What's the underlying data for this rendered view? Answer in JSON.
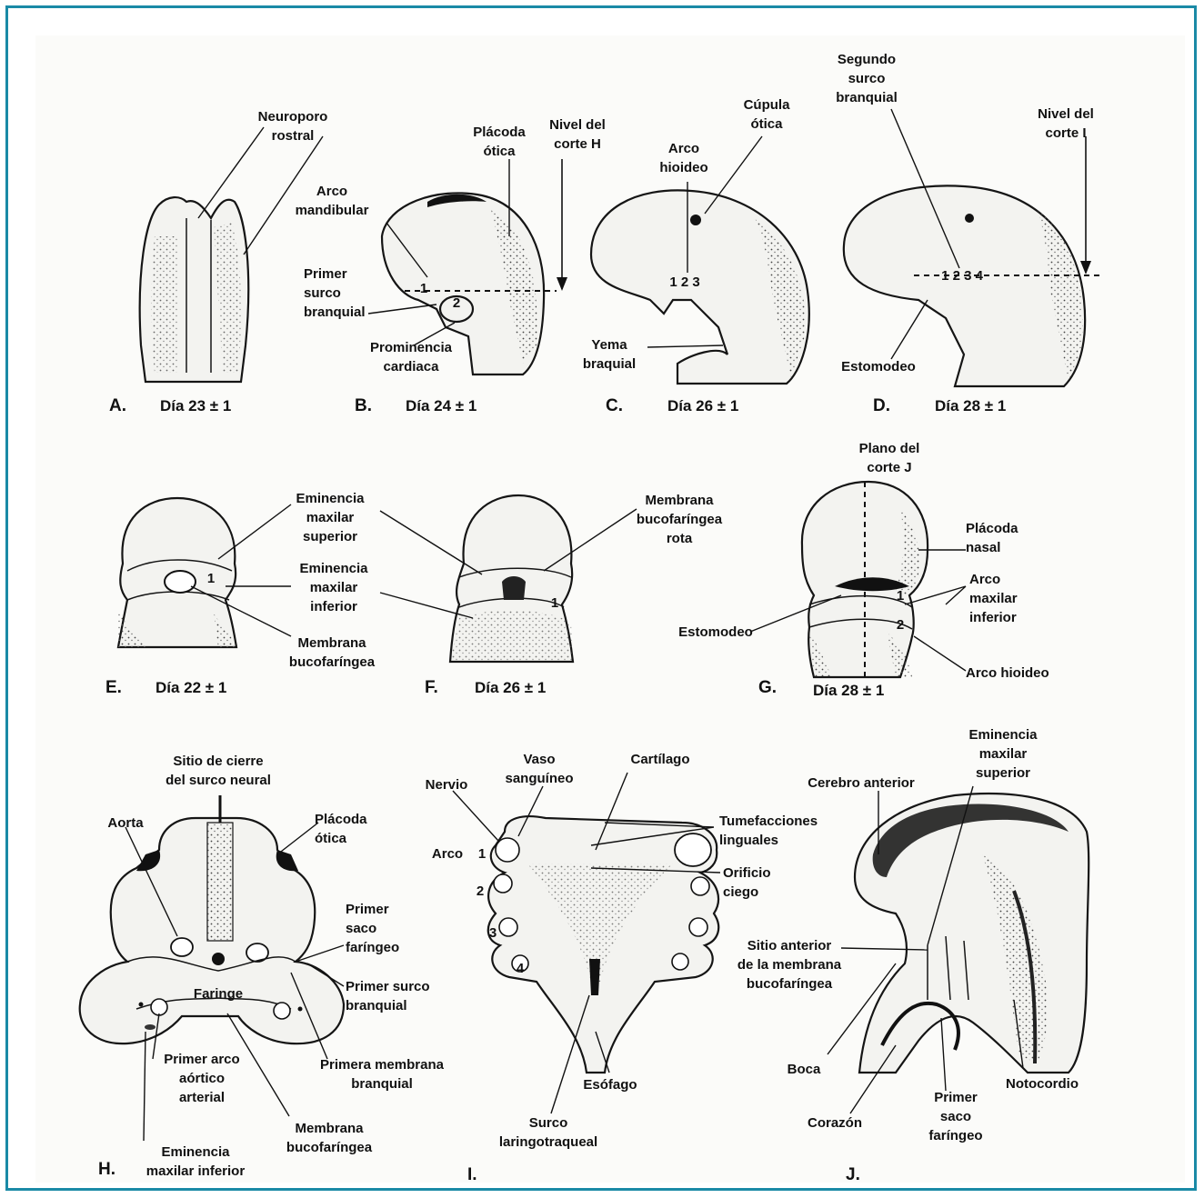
{
  "colors": {
    "border": "#1a8aa6",
    "ink": "#111111",
    "paper": "#fbfbf9"
  },
  "panels": {
    "A": {
      "letter": "A.",
      "caption": "Día 23 ± 1",
      "labels": {
        "neuroporo": "Neuroporo\nrostral"
      }
    },
    "B": {
      "letter": "B.",
      "caption": "Día 24 ± 1",
      "labels": {
        "arco_mandibular": "Arco\nmandibular",
        "placoda": "Plácoda\nótica",
        "nivel": "Nivel del\ncorte H",
        "primer_surco": "Primer\nsurco\nbranquial",
        "prominencia": "Prominencia\ncardiaca",
        "n1": "1",
        "n2": "2"
      }
    },
    "C": {
      "letter": "C.",
      "caption": "Día 26 ± 1",
      "labels": {
        "arco_hioideo": "Arco\nhioideo",
        "cupula": "Cúpula\nótica",
        "yema": "Yema\nbraquial",
        "n123": "1 2 3"
      }
    },
    "D": {
      "letter": "D.",
      "caption": "Día 28 ± 1",
      "labels": {
        "segundo_surco": "Segundo\nsurco\nbranquial",
        "nivel": "Nivel del\ncorte I",
        "estomodeo": "Estomodeo",
        "n1234": "1 2 3 4"
      }
    },
    "E": {
      "letter": "E.",
      "caption": "Día 22 ± 1",
      "labels": {
        "em_sup": "Eminencia\nmaxilar\nsuperior",
        "em_inf": "Eminencia\nmaxilar\ninferior",
        "membrana": "Membrana\nbucofaríngea",
        "n1": "1"
      }
    },
    "F": {
      "letter": "F.",
      "caption": "Día 26 ± 1",
      "labels": {
        "membrana_rota": "Membrana\nbucofaríngea\nrota",
        "n1": "1"
      }
    },
    "G": {
      "letter": "G.",
      "caption": "Día 28 ± 1",
      "labels": {
        "plano": "Plano del\ncorte J",
        "placoda_nasal": "Plácoda\nnasal",
        "arco_maxilar": "Arco\nmaxilar\ninferior",
        "estomodeo": "Estomodeo",
        "arco_hioideo": "Arco hioideo",
        "n1": "1",
        "n2": "2"
      }
    },
    "H": {
      "letter": "H.",
      "labels": {
        "sitio_cierre": "Sitio de cierre\ndel surco neural",
        "aorta": "Aorta",
        "placoda": "Plácoda\nótica",
        "primer_saco": "Primer\nsaco\nfaríngeo",
        "faringe": "Faringe",
        "primer_surco": "Primer surco\nbranquial",
        "primer_arco": "Primer arco\naórtico\narterial",
        "primera_membrana": "Primera membrana\nbranquial",
        "membrana_buco": "Membrana\nbucofaríngea",
        "eminencia": "Eminencia\nmaxilar inferior"
      }
    },
    "I": {
      "letter": "I.",
      "labels": {
        "vaso": "Vaso\nsanguíneo",
        "cartilago": "Cartílago",
        "nervio": "Nervio",
        "tumefacciones": "Tumefacciones\nlinguales",
        "arco": "Arco",
        "orificio": "Orificio\nciego",
        "esofago": "Esófago",
        "surco": "Surco\nlaringotraqueal",
        "n1": "1",
        "n2": "2",
        "n3": "3",
        "n4": "4"
      }
    },
    "J": {
      "letter": "J.",
      "labels": {
        "cerebro": "Cerebro anterior",
        "eminencia": "Eminencia\nmaxilar\nsuperior",
        "sitio_anterior": "Sitio anterior\nde la membrana\nbucofaríngea",
        "boca": "Boca",
        "notocordio": "Notocordio",
        "corazon": "Corazón",
        "primer_saco": "Primer\nsaco\nfaríngeo"
      }
    }
  }
}
